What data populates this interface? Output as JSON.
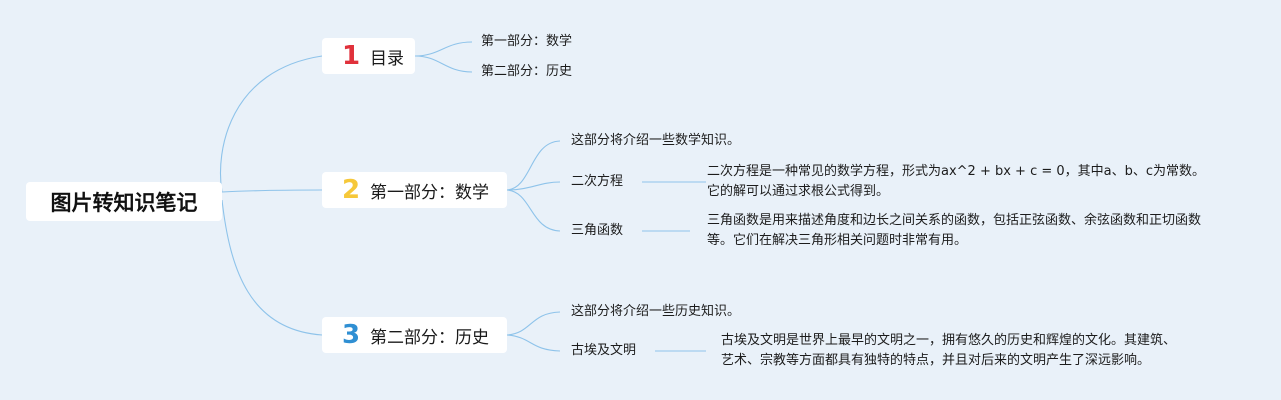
{
  "root": {
    "title": "图片转知识笔记"
  },
  "colors": {
    "connector": "#8ec3ea",
    "background": "#e9f1f9",
    "node_fill": "#ffffff",
    "num1": "#e0313b",
    "num2": "#f6c83a",
    "num3": "#2f8fd3"
  },
  "branches": [
    {
      "number": "1",
      "title": "目录",
      "children": [
        {
          "label": "第一部分：数学"
        },
        {
          "label": "第二部分：历史"
        }
      ]
    },
    {
      "number": "2",
      "title": "第一部分：数学",
      "intro": "这部分将介绍一些数学知识。",
      "children": [
        {
          "label": "二次方程",
          "detail": "二次方程是一种常见的数学方程，形式为ax^2 + bx + c = 0，其中a、b、c为常数。它的解可以通过求根公式得到。"
        },
        {
          "label": "三角函数",
          "detail": "三角函数是用来描述角度和边长之间关系的函数，包括正弦函数、余弦函数和正切函数等。它们在解决三角形相关问题时非常有用。"
        }
      ]
    },
    {
      "number": "3",
      "title": "第二部分：历史",
      "intro": "这部分将介绍一些历史知识。",
      "children": [
        {
          "label": "古埃及文明",
          "detail": "古埃及文明是世界上最早的文明之一，拥有悠久的历史和辉煌的文化。其建筑、艺术、宗教等方面都具有独特的特点，并且对后来的文明产生了深远影响。"
        }
      ]
    }
  ]
}
